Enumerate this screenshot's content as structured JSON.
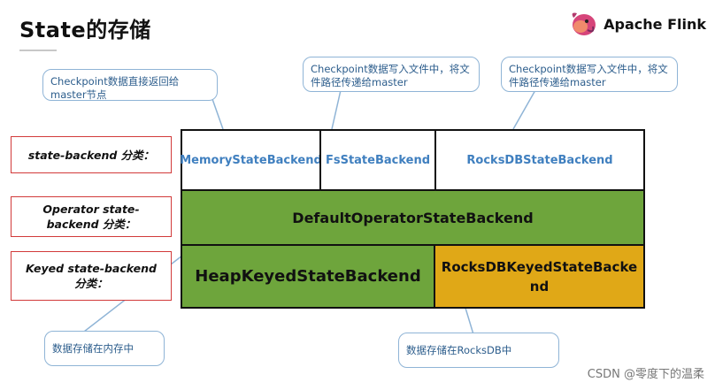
{
  "title": "State的存储",
  "brand": {
    "name": "Apache Flink"
  },
  "callouts": {
    "memory": "Checkpoint数据直接返回给master节点",
    "fs": "Checkpoint数据写入文件中，将文件路径传递给master",
    "rocks": "Checkpoint数据写入文件中，将文件路径传递给master",
    "heap_mem": "数据存储在内存中",
    "rocks_db": "数据存储在RocksDB中"
  },
  "categories": {
    "state_backend": "state-backend 分类：",
    "operator_state_backend": "Operator state-backend 分类：",
    "keyed_state_backend": "Keyed state-backend 分类："
  },
  "backends": {
    "memory": "MemoryStateBackend",
    "fs": "FsStateBackend",
    "rocksdb": "RocksDBStateBackend",
    "default_operator": "DefaultOperatorStateBackend",
    "heap_keyed": "HeapKeyedStateBackend",
    "rocksdb_keyed": "RocksDBKeyedStateBackend"
  },
  "footer": "CSDN @零度下的温柔",
  "colors": {
    "green": "#6ea53c",
    "orange": "#e0a817",
    "callout_border": "#8fb4d6",
    "red_border": "#d23a3a"
  }
}
